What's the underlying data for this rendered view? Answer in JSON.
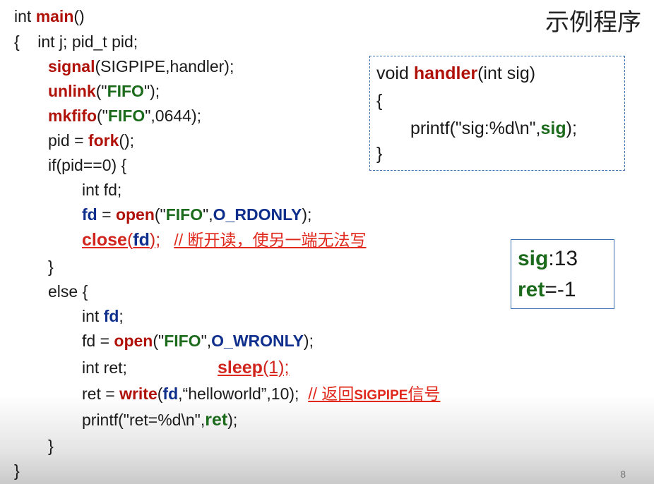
{
  "title": "示例程序",
  "page_number": "8",
  "main_code": {
    "l1": {
      "a": "int ",
      "b": "main",
      "c": "()"
    },
    "l2": {
      "a": "{    int j; pid_t pid;"
    },
    "l3": {
      "a": "signal",
      "b": "(SIGPIPE,handler);"
    },
    "l4": {
      "a": "unlink",
      "b": "(\"",
      "c": "FIFO",
      "d": "\");"
    },
    "l5": {
      "a": "mkfifo",
      "b": "(\"",
      "c": "FIFO",
      "d": "\",0644);"
    },
    "l6": {
      "a": "pid = ",
      "b": "fork",
      "c": "();"
    },
    "l7": {
      "a": "if(pid==0) {"
    },
    "l8": {
      "a": "int fd;"
    },
    "l9": {
      "a": "fd",
      "b": " = ",
      "c": "open",
      "d": "(\"",
      "e": "FIFO",
      "f": "\",",
      "g": "O_RDONLY",
      "h": ");"
    },
    "l10": {
      "a": "close",
      "b": "(",
      "c": "fd",
      "d": ");",
      "e": "// 断开读，使另一端无法写"
    },
    "l11": {
      "a": "}"
    },
    "l12": {
      "a": "else {"
    },
    "l13": {
      "a": "int ",
      "b": "fd",
      "c": ";"
    },
    "l14": {
      "a": "fd = ",
      "b": "open",
      "c": "(\"",
      "d": "FIFO",
      "e": "\",",
      "f": "O_WRONLY",
      "g": ");"
    },
    "l15": {
      "a": "int ret;",
      "b": "sleep",
      "c": "(1);"
    },
    "l16": {
      "a": "ret = ",
      "b": "write",
      "c": "(",
      "d": "fd",
      "e": ",“helloworld”,10);",
      "f": "// 返回",
      "g": "SIGPIPE",
      "h": "信号"
    },
    "l17": {
      "a": "printf(\"ret=%d\\n\",",
      "b": "ret",
      "c": ");"
    },
    "l18": {
      "a": "}"
    },
    "l19": {
      "a": "}"
    }
  },
  "handler_code": {
    "h1": {
      "a": "void ",
      "b": "handler",
      "c": "(int sig)"
    },
    "h2": {
      "a": "{"
    },
    "h3": {
      "a": "printf(\"sig:%d\\n\",",
      "b": "sig",
      "c": ");"
    },
    "h4": {
      "a": "}"
    }
  },
  "result": {
    "r1": {
      "a": "sig",
      "b": ":13"
    },
    "r2": {
      "a": "ret",
      "b": "=-1"
    }
  }
}
